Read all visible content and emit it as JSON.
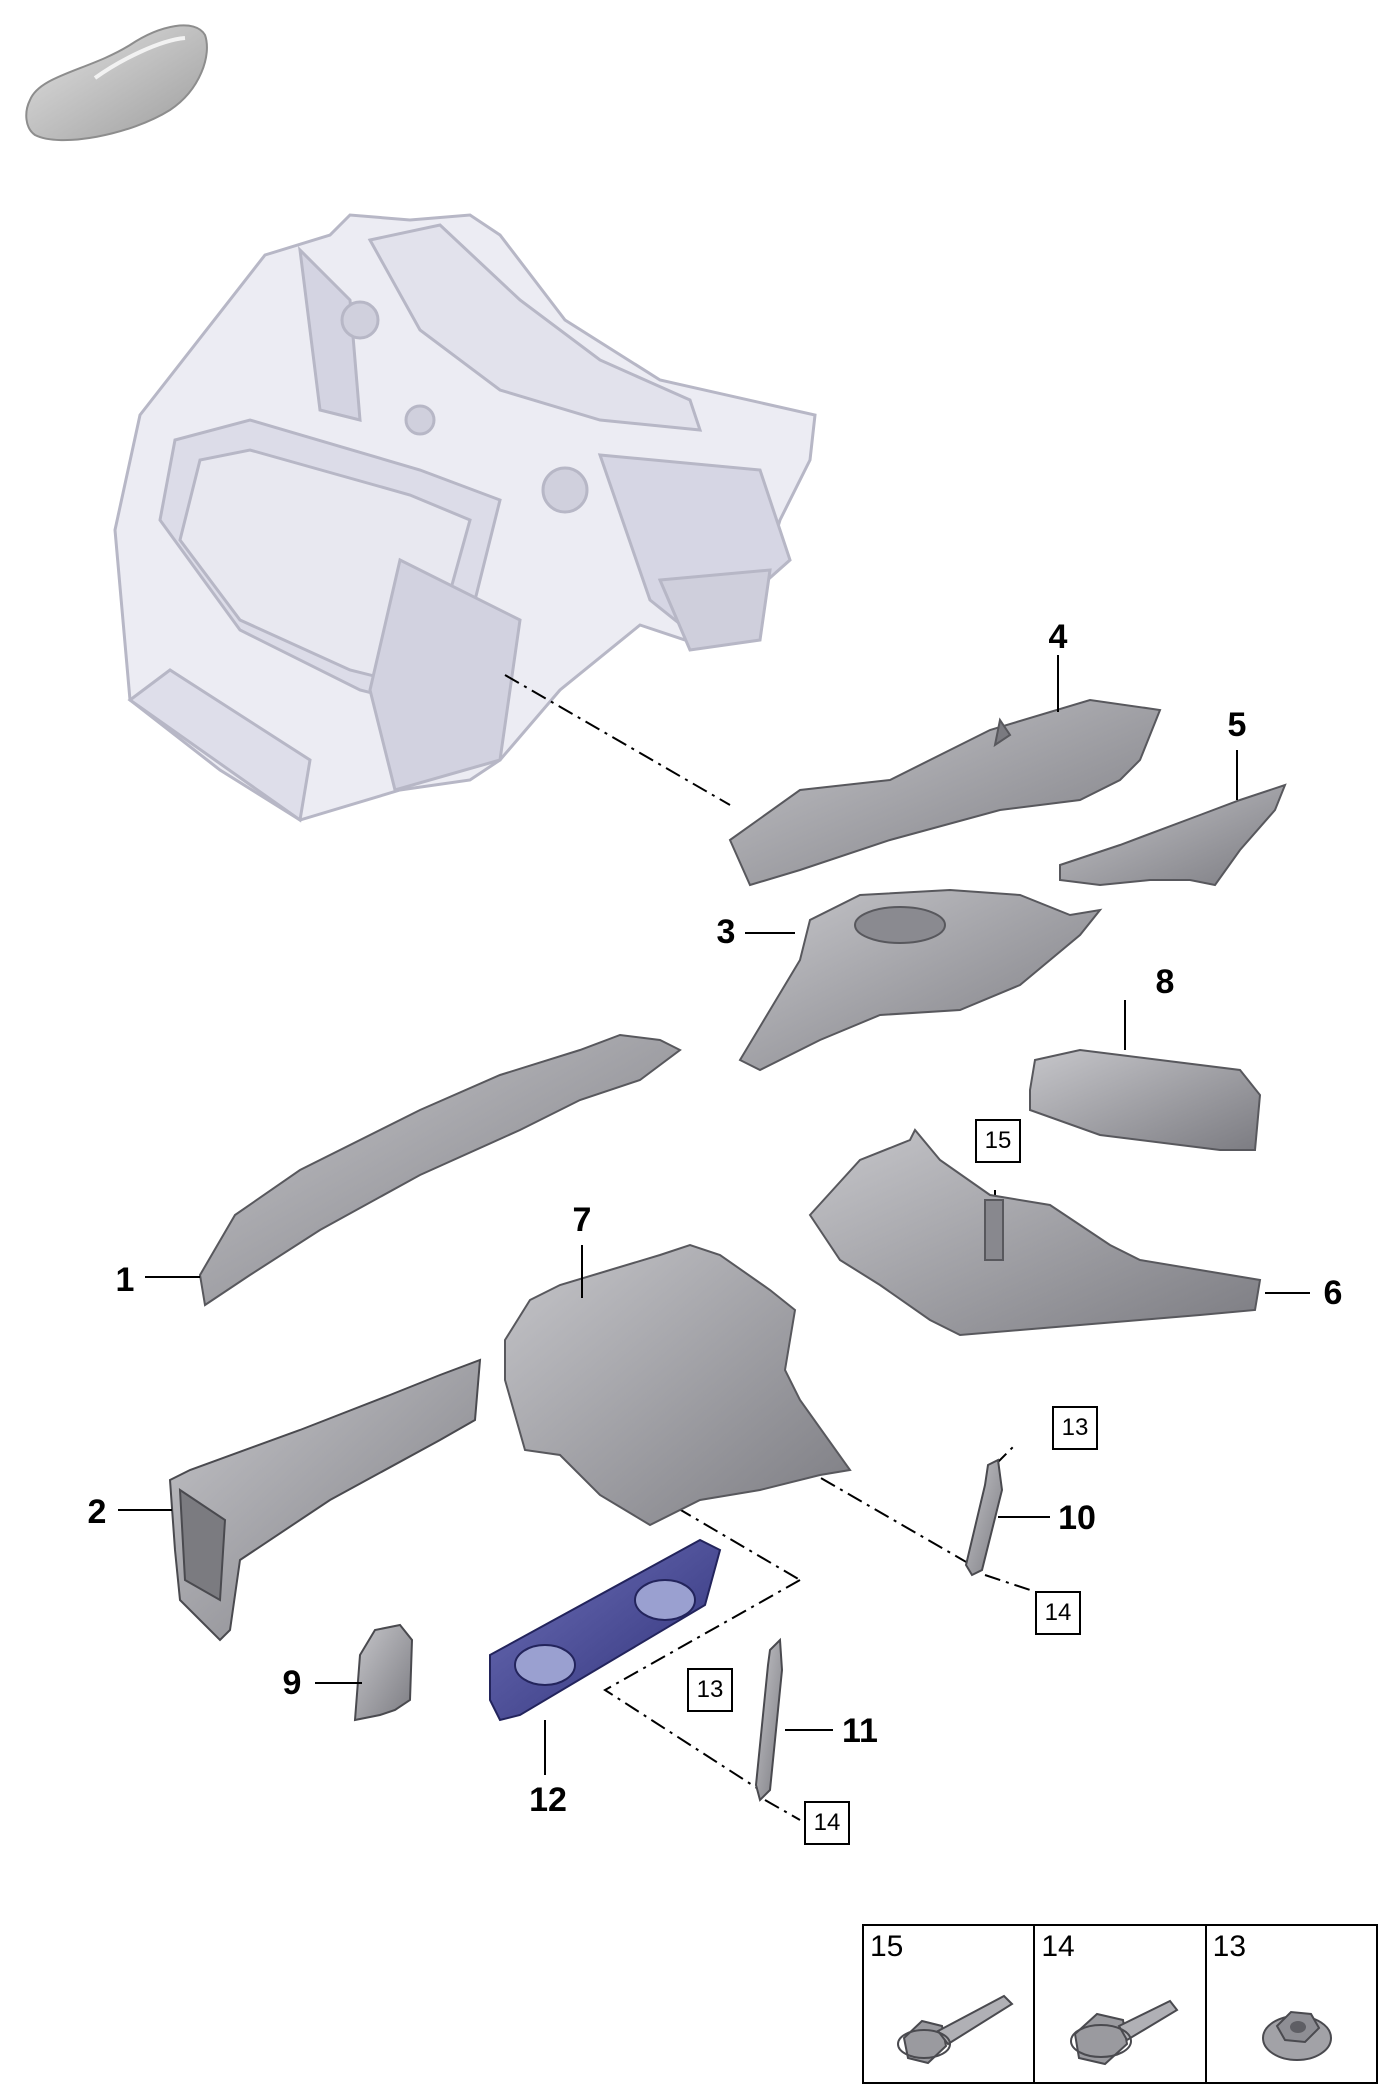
{
  "callouts": [
    {
      "id": "1",
      "label": "1"
    },
    {
      "id": "2",
      "label": "2"
    },
    {
      "id": "3",
      "label": "3"
    },
    {
      "id": "4",
      "label": "4"
    },
    {
      "id": "5",
      "label": "5"
    },
    {
      "id": "6",
      "label": "6"
    },
    {
      "id": "7",
      "label": "7"
    },
    {
      "id": "8",
      "label": "8"
    },
    {
      "id": "9",
      "label": "9"
    },
    {
      "id": "10",
      "label": "10"
    },
    {
      "id": "11",
      "label": "11"
    },
    {
      "id": "12",
      "label": "12"
    }
  ],
  "boxed_refs": {
    "r15": "15",
    "r13a": "13",
    "r14a": "14",
    "r13b": "13",
    "r14b": "14"
  },
  "legend": [
    {
      "label": "15",
      "icon": "flange-bolt-long-icon"
    },
    {
      "label": "14",
      "icon": "flange-bolt-short-icon"
    },
    {
      "label": "13",
      "icon": "flange-nut-icon"
    }
  ],
  "colors": {
    "part_gray": "#a9a9ad",
    "part_dark": "#6f6f74",
    "frame_light": "#e6e6ef",
    "frame_line": "#b9b9c8",
    "bracket_blue": "#3d3f8e"
  }
}
